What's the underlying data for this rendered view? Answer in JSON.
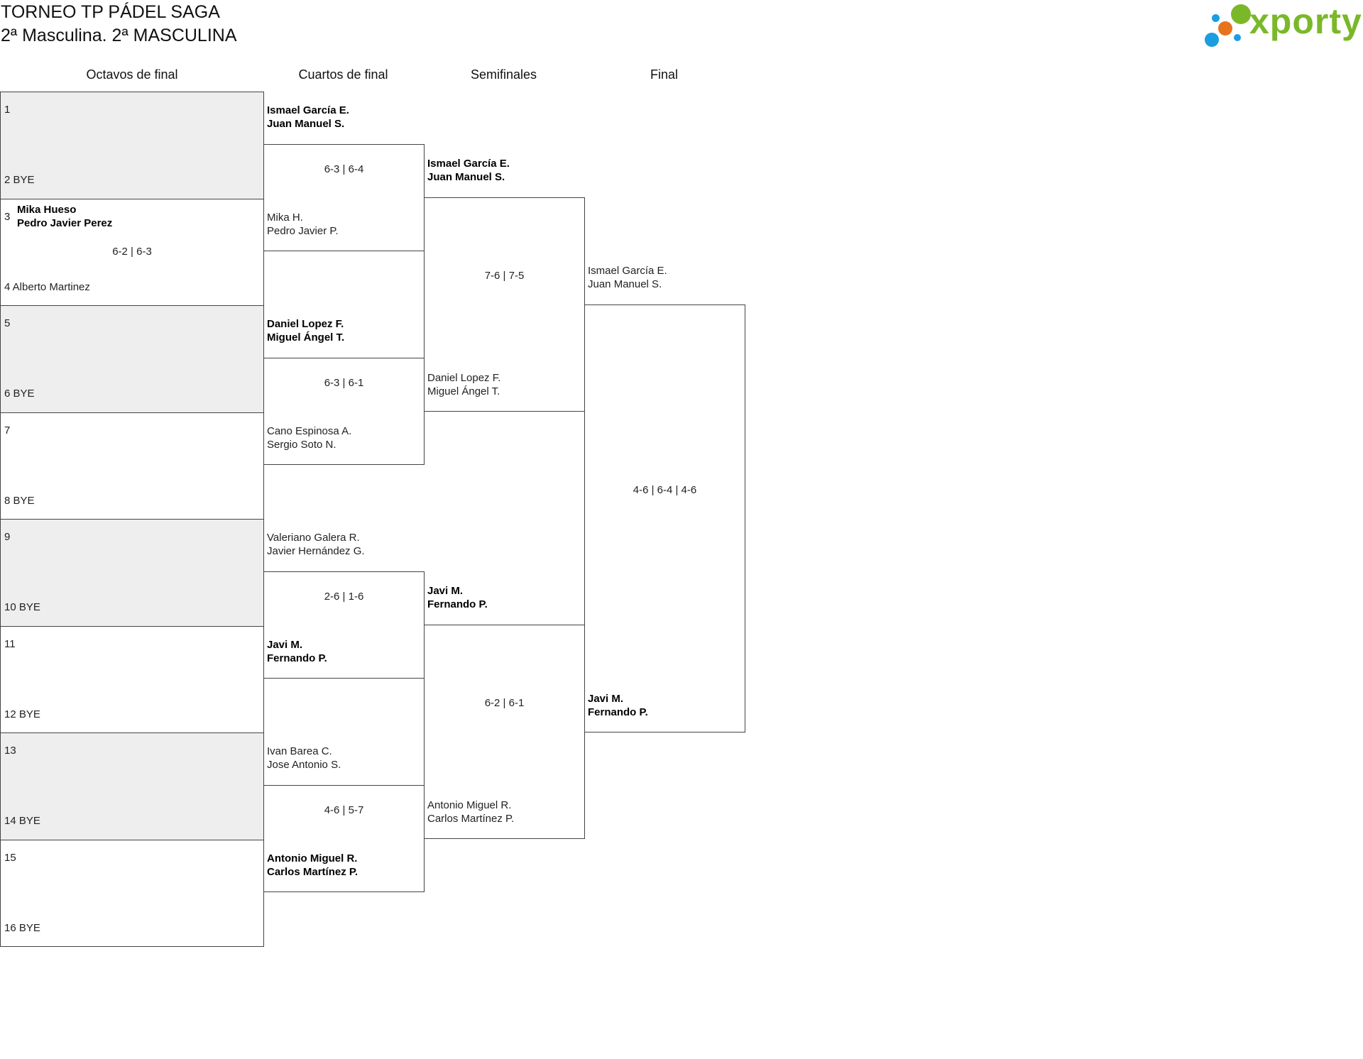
{
  "header": {
    "title": "TORNEO TP PÁDEL SAGA",
    "subtitle": "2ª Masculina. 2ª MASCULINA",
    "logo_text": "xporty",
    "logo_color": "#7ab82a"
  },
  "rounds": [
    "Octavos de final",
    "Cuartos de final",
    "Semifinales",
    "Final"
  ],
  "r16": [
    {
      "top": {
        "seed": "1",
        "name": ""
      },
      "bottom": {
        "seed": "2",
        "name": "BYE"
      },
      "score": ""
    },
    {
      "top": {
        "seed": "3",
        "name1": "Mika Hueso",
        "name2": "Pedro Javier Perez"
      },
      "bottom": {
        "seed": "4",
        "name": "Alberto Martinez"
      },
      "score": "6-2 | 6-3"
    },
    {
      "top": {
        "seed": "5",
        "name": ""
      },
      "bottom": {
        "seed": "6",
        "name": "BYE"
      },
      "score": ""
    },
    {
      "top": {
        "seed": "7",
        "name": ""
      },
      "bottom": {
        "seed": "8",
        "name": "BYE"
      },
      "score": ""
    },
    {
      "top": {
        "seed": "9",
        "name": ""
      },
      "bottom": {
        "seed": "10",
        "name": "BYE"
      },
      "score": ""
    },
    {
      "top": {
        "seed": "11",
        "name": ""
      },
      "bottom": {
        "seed": "12",
        "name": "BYE"
      },
      "score": ""
    },
    {
      "top": {
        "seed": "13",
        "name": ""
      },
      "bottom": {
        "seed": "14",
        "name": "BYE"
      },
      "score": ""
    },
    {
      "top": {
        "seed": "15",
        "name": ""
      },
      "bottom": {
        "seed": "16",
        "name": "BYE"
      },
      "score": ""
    }
  ],
  "qf": [
    {
      "top": [
        "Ismael García E.",
        "Juan Manuel S."
      ],
      "bottom": [
        "Mika H.",
        "Pedro Javier P."
      ],
      "score": "6-3 | 6-4",
      "winner": "top"
    },
    {
      "top": [
        "Daniel Lopez F.",
        "Miguel Ángel T."
      ],
      "bottom": [
        "Cano Espinosa A.",
        "Sergio Soto N."
      ],
      "score": "6-3 | 6-1",
      "winner": "top"
    },
    {
      "top": [
        "Valeriano Galera R.",
        "Javier Hernández G."
      ],
      "bottom": [
        "Javi M.",
        "Fernando P."
      ],
      "score": "2-6 | 1-6",
      "winner": "bottom"
    },
    {
      "top": [
        "Ivan Barea C.",
        "Jose Antonio S."
      ],
      "bottom": [
        "Antonio Miguel R.",
        "Carlos Martínez P."
      ],
      "score": "4-6 | 5-7",
      "winner": "bottom"
    }
  ],
  "sf": [
    {
      "top": [
        "Ismael García E.",
        "Juan Manuel S."
      ],
      "bottom": [
        "Daniel Lopez F.",
        "Miguel Ángel T."
      ],
      "score": "7-6 | 7-5",
      "winner": "top"
    },
    {
      "top": [
        "Javi M.",
        "Fernando P."
      ],
      "bottom": [
        "Antonio Miguel R.",
        "Carlos Martínez P."
      ],
      "score": "6-2 | 6-1",
      "winner": "top"
    }
  ],
  "final": {
    "top": [
      "Ismael García E.",
      "Juan Manuel S."
    ],
    "bottom": [
      "Javi M.",
      "Fernando P."
    ],
    "score": "4-6 | 6-4 | 4-6",
    "winner": "bottom"
  }
}
